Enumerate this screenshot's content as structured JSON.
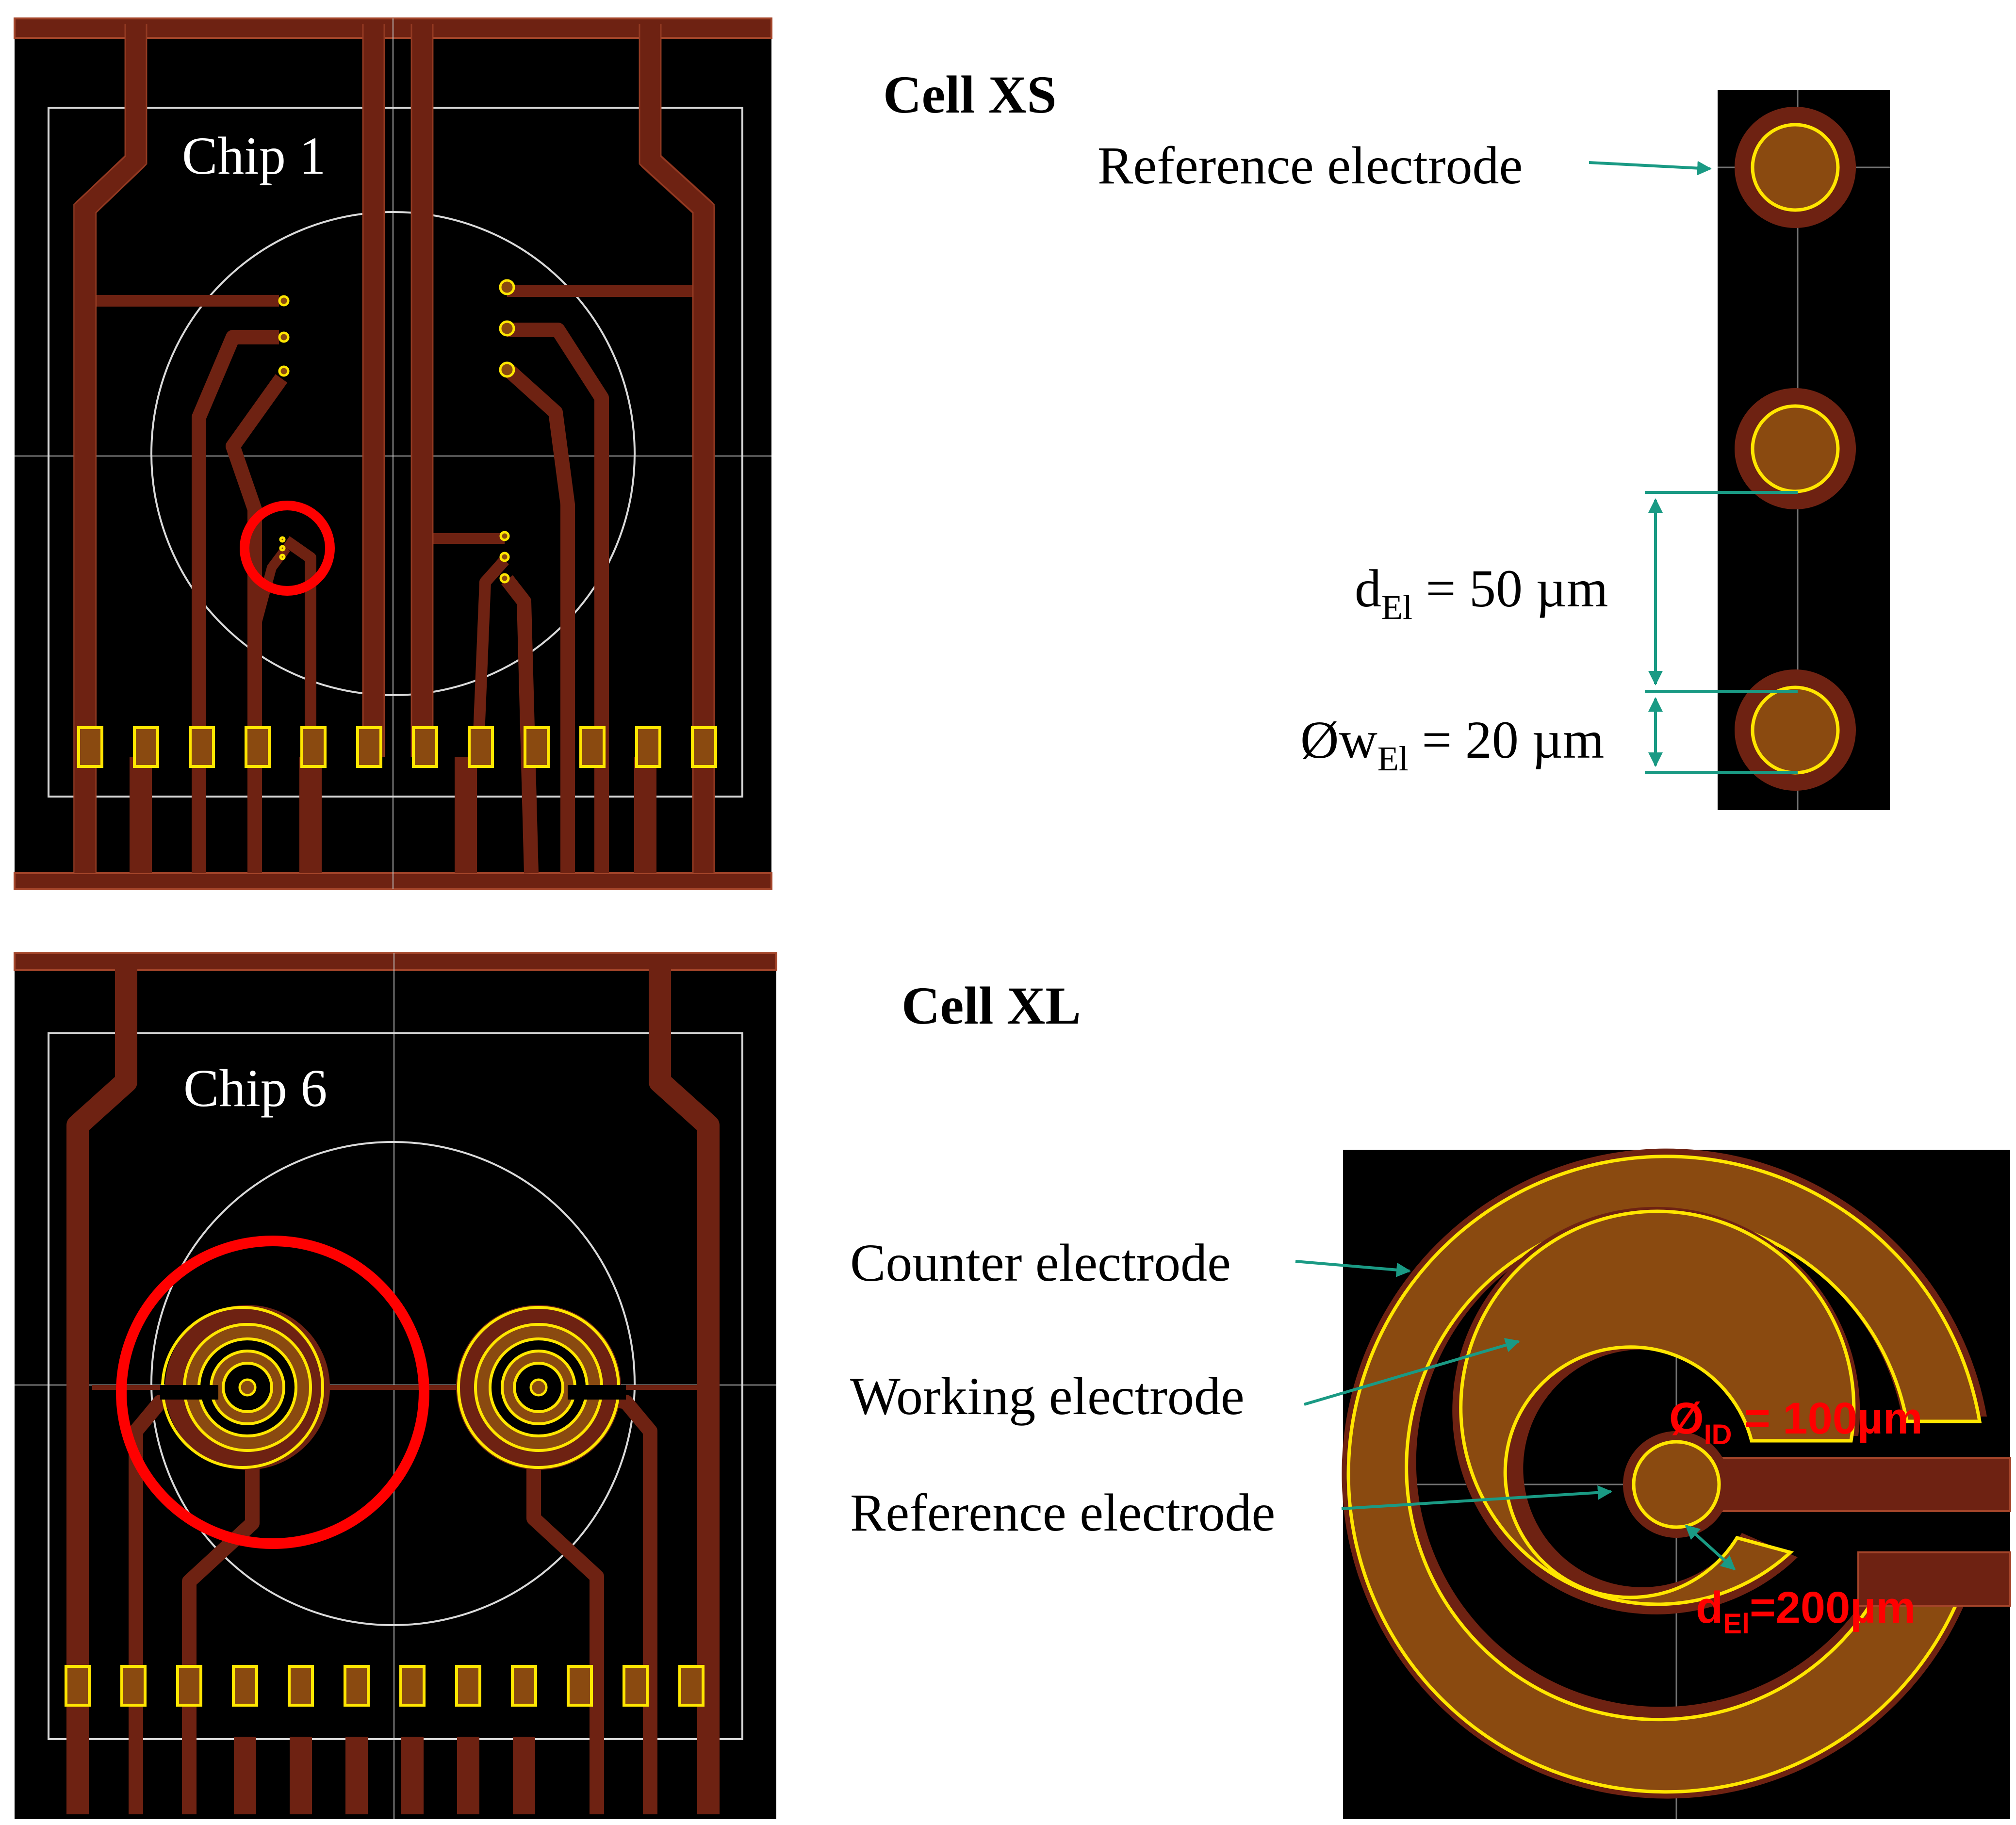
{
  "panels": {
    "chip1": {
      "label": "Chip 1"
    },
    "chip6": {
      "label": "Chip 6"
    }
  },
  "cell_xs": {
    "title": "Cell XS",
    "reference_label": "Reference electrode",
    "distance": {
      "symbol": "d",
      "subscript": "El",
      "value": " = 50 µm"
    },
    "diameter": {
      "symbol": "Øw",
      "subscript": "El",
      "value": " = 20 µm"
    }
  },
  "cell_xl": {
    "title": "Cell XL",
    "counter_label": "Counter electrode",
    "working_label": "Working electrode",
    "reference_label": "Reference electrode",
    "inner_diameter": {
      "symbol": "Ø",
      "subscript": "ID",
      "value": " = 100µm"
    },
    "distance": {
      "symbol": "d",
      "subscript": "El",
      "value": "=200µm"
    }
  },
  "colors": {
    "background": "#000000",
    "trace": "#6e2212",
    "trace_edge": "#a4452a",
    "electrode_fill": "#8a4a10",
    "gold": "#ffe600",
    "highlight": "#ff0000",
    "arrow": "#1a9a84",
    "guide": "#bfbfbf",
    "dim_label": "#ff0000"
  }
}
